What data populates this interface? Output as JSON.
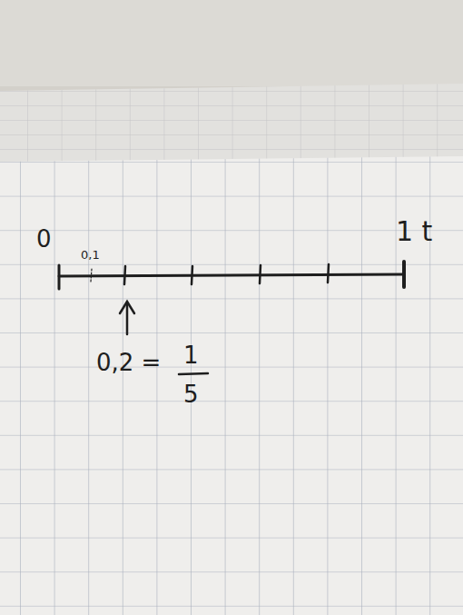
{
  "diagram": {
    "labels": [
      "0",
      "0,1",
      "1 t",
      "0,2 =",
      "1",
      "5"
    ]
  }
}
